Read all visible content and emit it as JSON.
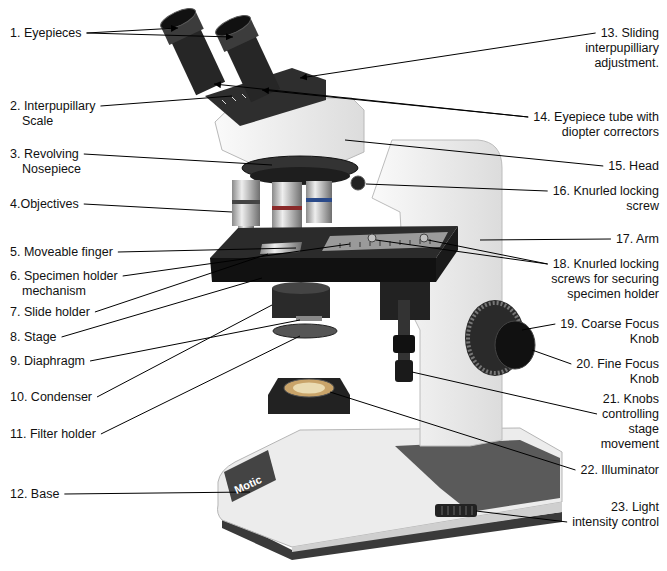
{
  "diagram": {
    "labels": [
      "1. Eyepieces",
      "2. Interpupillary Scale",
      "3. Revolving Nosepiece",
      "4.Objectives",
      "5. Moveable finger",
      "6. Specimen holder mechanism",
      "7. Slide holder",
      "8. Stage",
      "9. Diaphragm",
      "10. Condenser",
      "11. Filter holder",
      "12. Base",
      "13. Sliding interpupilliary adjustment.",
      "14. Eyepiece tube with diopter correctors",
      "15. Head",
      "16. Knurled locking screw",
      "17. Arm",
      "18. Knurled locking screws for securing specimen holder",
      "19. Coarse Focus Knob",
      "20. Fine Focus Knob",
      "21. Knobs controlling stage movement",
      "22. Illuminator",
      "23. Light intensity control",
      "Motic"
    ]
  }
}
